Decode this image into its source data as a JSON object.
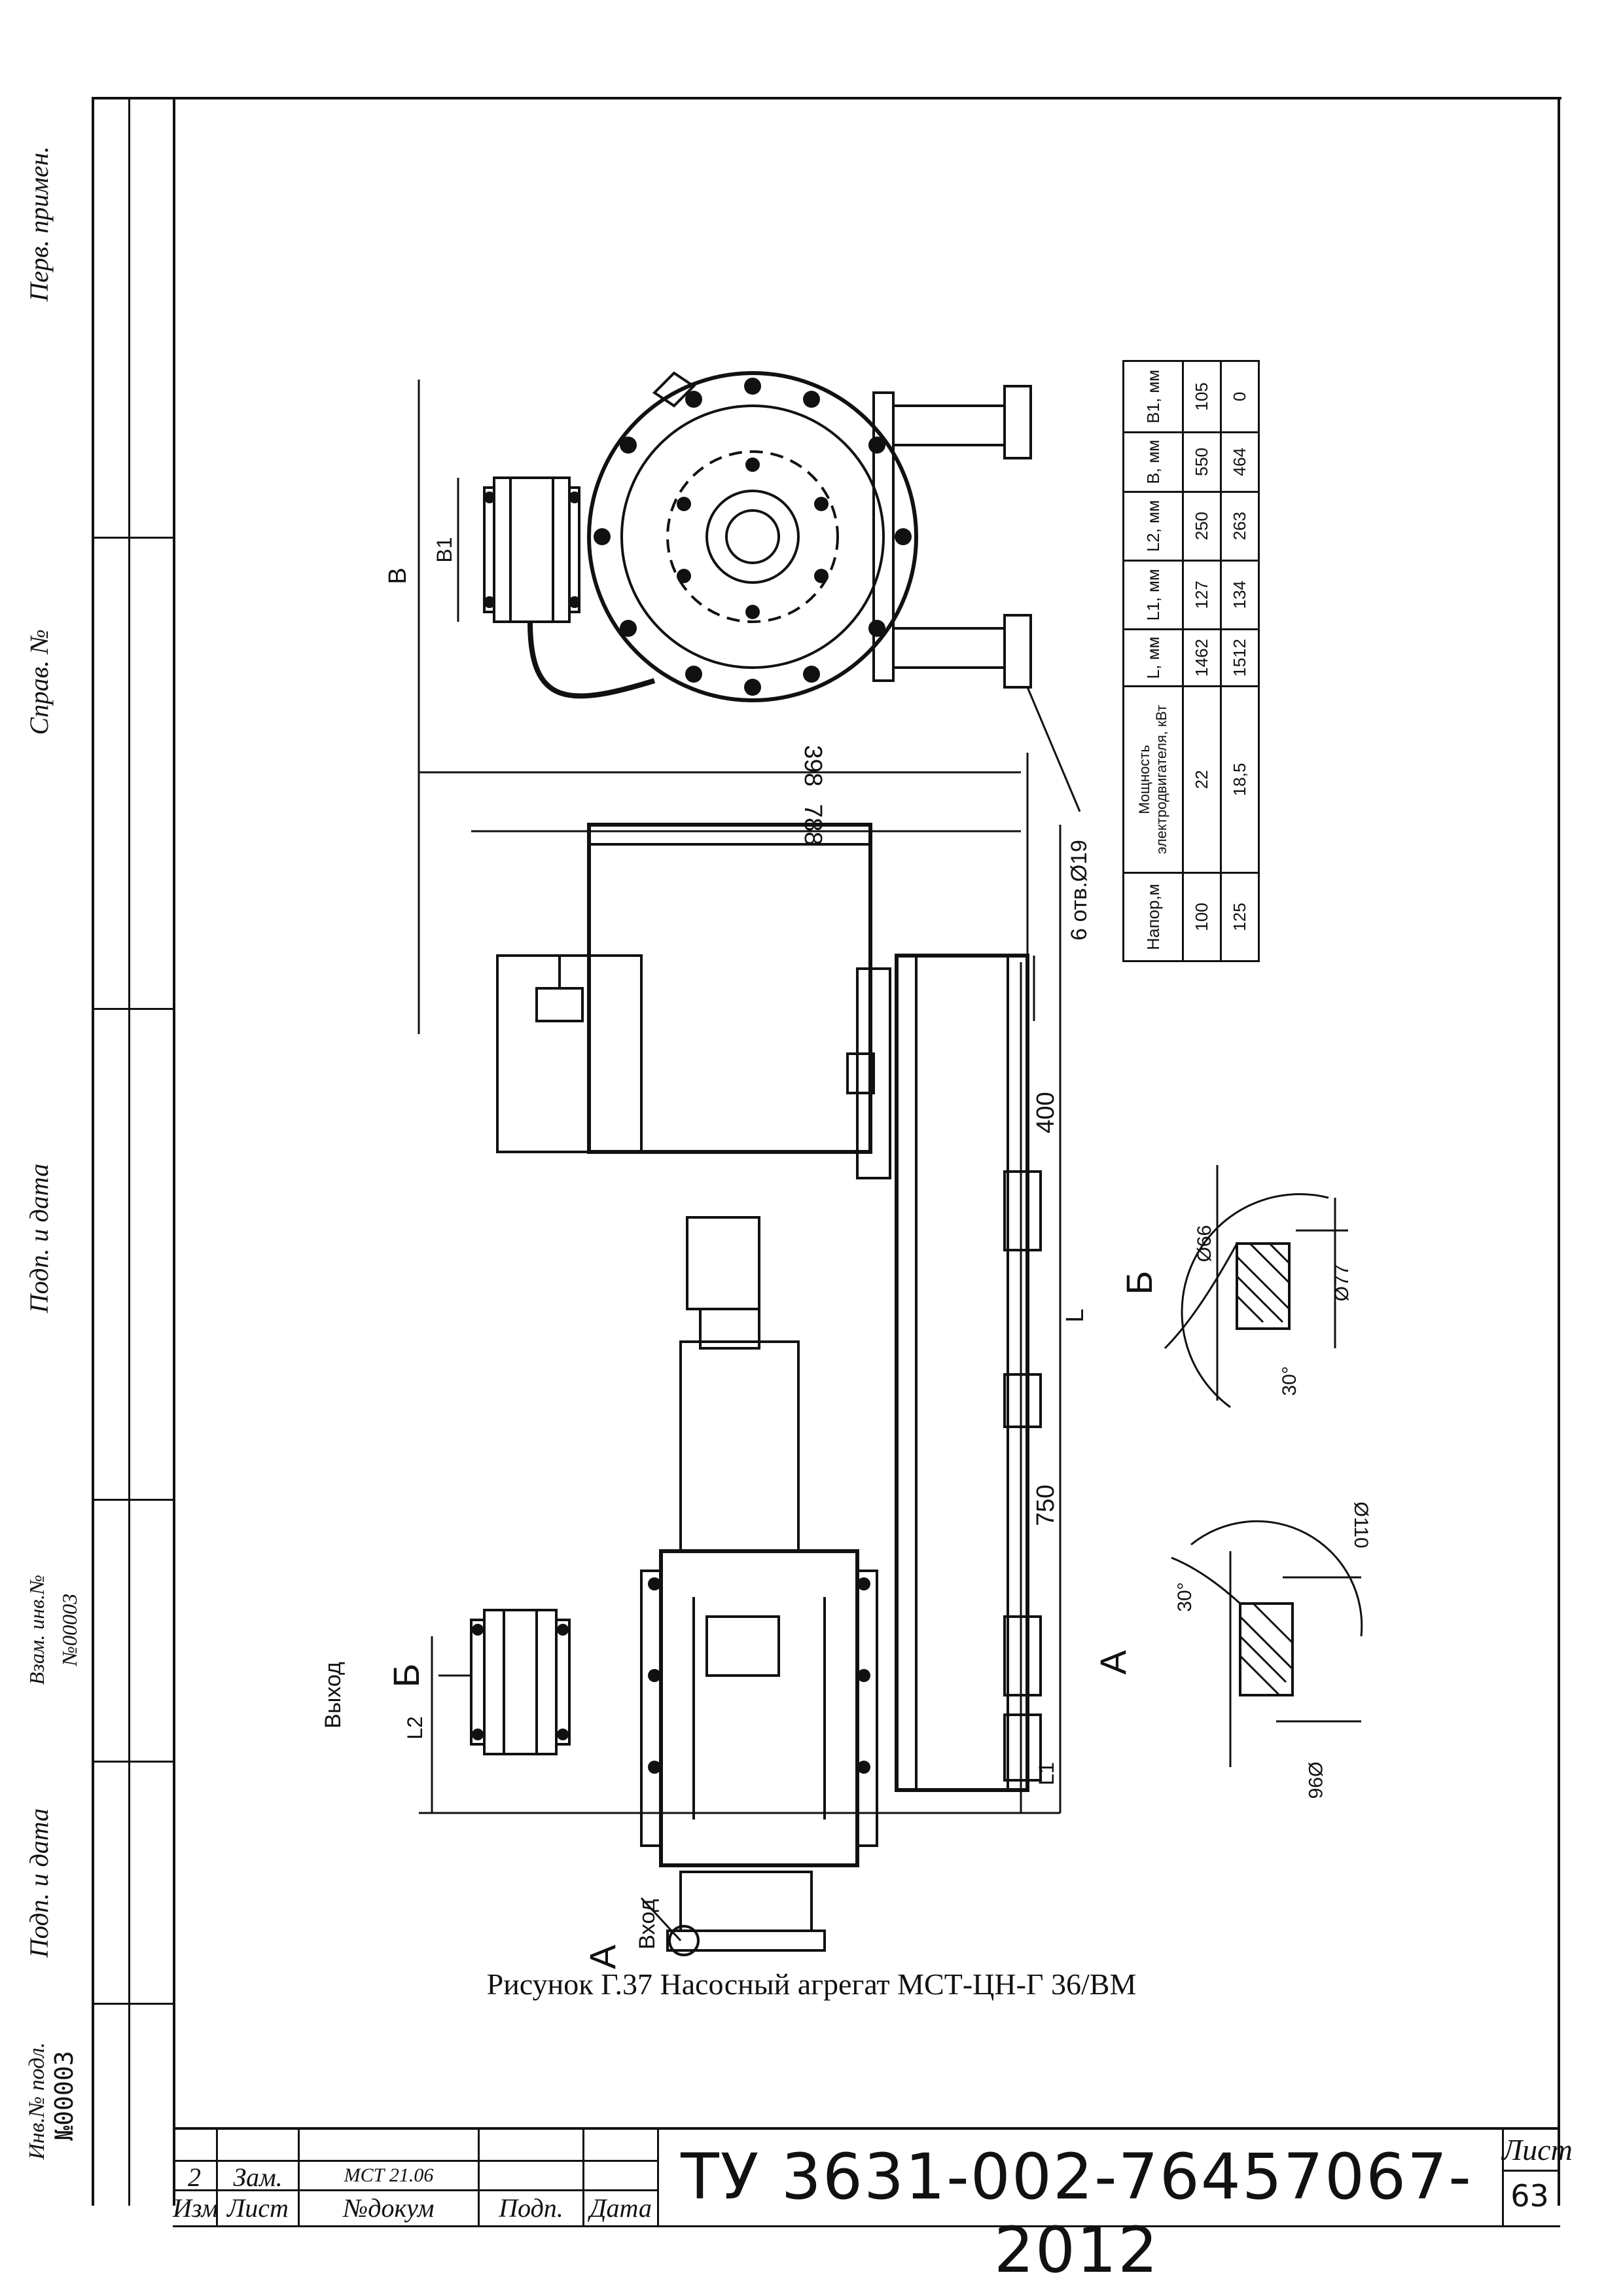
{
  "side_stamp": {
    "perv_primen": "Перв. примен.",
    "sprav_no": "Справ. №",
    "podp_data_top": "Подп. и дата",
    "vzam_inv": "Взам. инв.№",
    "vzam_inv_value": "№00003",
    "podp_data_bottom": "Подп. и дата",
    "inv_podl": "Инв.№ подл.",
    "inv_podl_value": "№00003"
  },
  "drawing": {
    "dim_B": "B",
    "dim_B1": "B1",
    "dim_398": "398",
    "dim_788": "788",
    "holes": "6 отв.Ø19",
    "dim_400": "400",
    "dim_750": "750",
    "dim_L": "L",
    "dim_L1": "L1",
    "dim_L2": "L2",
    "label_vyhod": "Выход",
    "label_vhod": "Вход",
    "mark_A": "А",
    "mark_B": "Б",
    "detail_B_d66": "Ø66",
    "detail_B_d77": "Ø77",
    "detail_B_angle": "30°",
    "detail_A_d110": "Ø110",
    "detail_A_d96": "Ø96",
    "detail_A_angle": "30°"
  },
  "spec_table": {
    "headers": [
      "Напор,м",
      "Мощность электродвигателя, кВт",
      "L, мм",
      "L1, мм",
      "L2, мм",
      "B, мм",
      "B1, мм"
    ],
    "rows": [
      [
        "100",
        "22",
        "1462",
        "127",
        "250",
        "550",
        "105"
      ],
      [
        "125",
        "18,5",
        "1512",
        "134",
        "263",
        "464",
        "0"
      ]
    ]
  },
  "caption": "Рисунок Г.37 Насосный агрегат МСТ-ЦН-Г 36/ВМ",
  "title_block": {
    "row1": [
      "2",
      "Зам.",
      "МСТ 21.06",
      "",
      ""
    ],
    "row2": [
      "Изм",
      "Лист",
      "№докум",
      "Подп.",
      "Дата"
    ],
    "doc_code": "ТУ 3631-002-76457067-2012",
    "sheet_label": "Лист",
    "sheet_number": "63"
  }
}
